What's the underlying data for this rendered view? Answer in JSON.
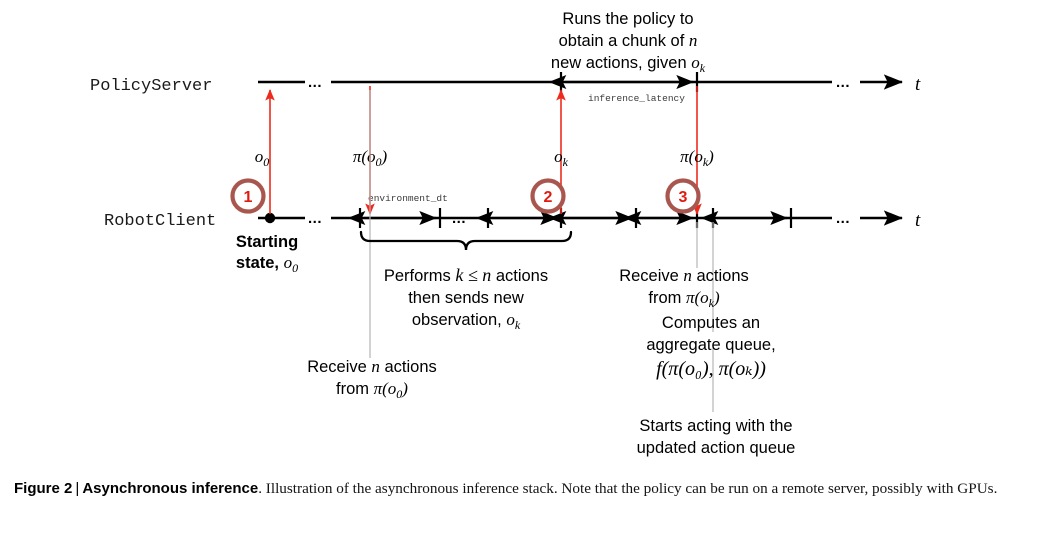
{
  "figure": {
    "lanes": [
      {
        "id": "policy-server",
        "label": "PolicyServer",
        "axis_label": "t"
      },
      {
        "id": "robot-client",
        "label": "RobotClient",
        "axis_label": "t"
      }
    ],
    "top_annotation": {
      "line1": "Runs the policy to",
      "line2_pre": "obtain a chunk of ",
      "line2_math": "n",
      "line3_pre": "new actions, given ",
      "line3_math": "o",
      "line3_sub": "k"
    },
    "code_labels": {
      "inference_latency": "inference_latency",
      "environment_dt": "environment_dt"
    },
    "message_labels": [
      {
        "id": "o0",
        "base": "o",
        "sub": "0",
        "wrap": false
      },
      {
        "id": "pi-o0",
        "base": "π(o",
        "sub": "0",
        "close": ")",
        "wrap": true
      },
      {
        "id": "ok",
        "base": "o",
        "sub": "k",
        "wrap": false
      },
      {
        "id": "pi-ok",
        "base": "π(o",
        "sub": "k",
        "close": ")",
        "wrap": true
      }
    ],
    "step_badges": [
      {
        "id": "badge-1",
        "number": "1"
      },
      {
        "id": "badge-2",
        "number": "2"
      },
      {
        "id": "badge-3",
        "number": "3"
      }
    ],
    "notes": {
      "starting_state": {
        "line1": "Starting",
        "line2_pre": "state, ",
        "line2_math": "o",
        "line2_sub": "0"
      },
      "performs_actions": {
        "line1_pre": "Performs ",
        "line1_math": "k ≤ n",
        "line1_post": " actions",
        "line2": "then sends new",
        "line3_pre": "observation, ",
        "line3_math": "o",
        "line3_sub": "k"
      },
      "receive_pi_o0": {
        "line1_pre": "Receive ",
        "line1_math": "n",
        "line1_post": " actions",
        "line2_pre": "from ",
        "line2_math": "π(o",
        "line2_sub": "0",
        "line2_close": ")"
      },
      "receive_pi_ok": {
        "line1_pre": "Receive ",
        "line1_math": "n",
        "line1_post": " actions",
        "line2_pre": "from ",
        "line2_math": "π(o",
        "line2_sub": "k",
        "line2_close": ")",
        "line3": "Computes an",
        "line4": "aggregate queue,",
        "line5_math": "f(π(o₀), π(oₖ))"
      },
      "starts_acting": {
        "line1": "Starts acting with the",
        "line2": "updated action queue"
      }
    },
    "ellipsis": "...",
    "colors": {
      "red_message": "#ee2a1c",
      "badge_ring": "#a9564f",
      "badge_text": "#e01b10",
      "axis_black": "#000000",
      "guide_gray": "#b5b5b5",
      "text_black": "#111111"
    }
  },
  "caption": {
    "figure_number": "Figure 2",
    "separator": "|",
    "title": "Asynchronous inference",
    "body": ". Illustration of the asynchronous inference stack. Note that the policy can be run on a remote server, possibly with GPUs."
  }
}
